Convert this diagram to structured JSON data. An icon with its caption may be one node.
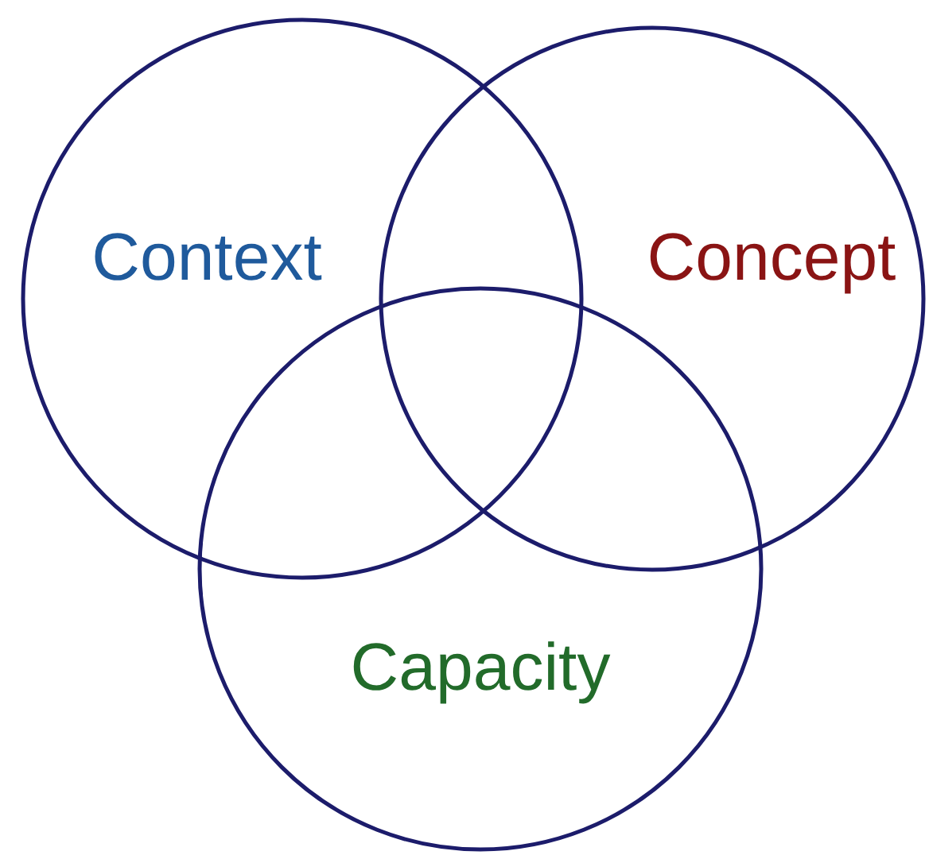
{
  "diagram": {
    "nodes": [
      {
        "text": [
          "Context"
        ]
      },
      {
        "text": [
          "Concept"
        ]
      },
      {
        "text": [
          "Capacity"
        ]
      }
    ]
  }
}
